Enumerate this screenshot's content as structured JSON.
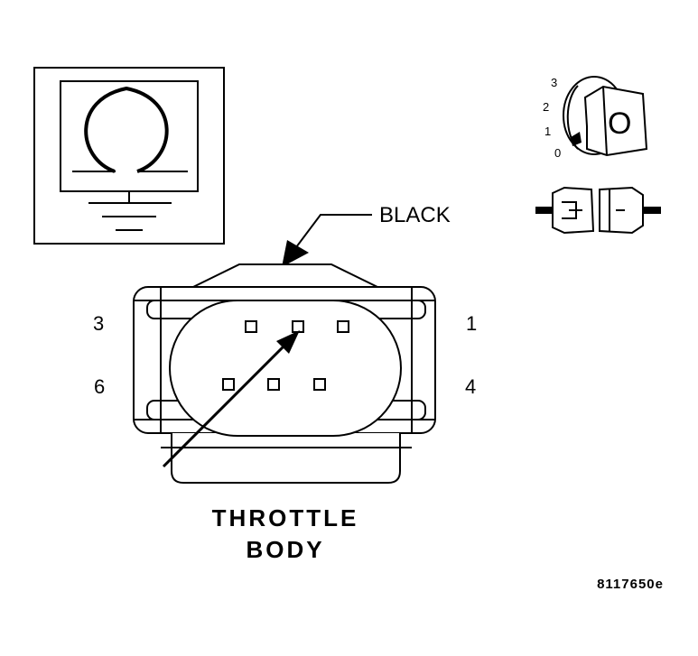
{
  "callout": {
    "wire_color": "BLACK"
  },
  "ignition": {
    "positions": [
      "3",
      "2",
      "1",
      "0"
    ],
    "key_letter": "O"
  },
  "connector": {
    "pin_labels": {
      "top_left": "3",
      "top_right": "1",
      "bottom_left": "6",
      "bottom_right": "4"
    },
    "title_line1": "THROTTLE",
    "title_line2": "BODY"
  },
  "figure_code": "8117650e",
  "colors": {
    "line": "#000000",
    "background": "#ffffff"
  },
  "icons": {
    "meter": "ohmmeter-icon",
    "ignition": "ignition-key-icon",
    "disconnect": "connector-disconnected-icon"
  }
}
